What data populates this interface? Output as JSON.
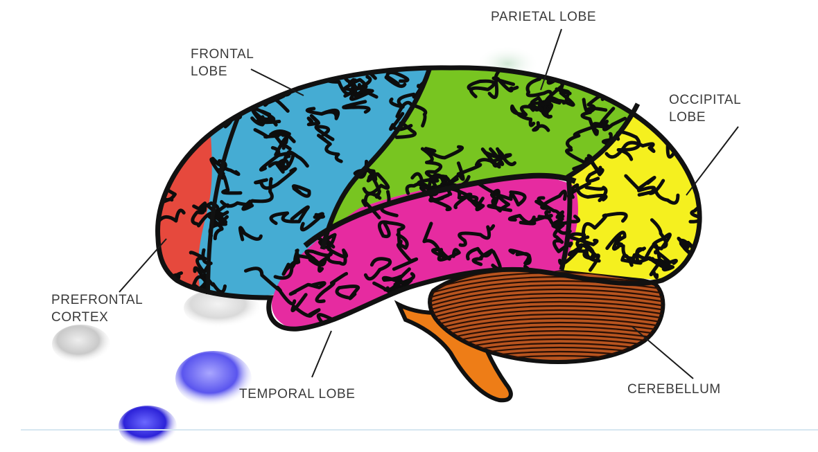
{
  "labels": {
    "frontal": [
      "FRONTAL",
      "LOBE"
    ],
    "parietal": "PARIETAL LOBE",
    "occipital": [
      "OCCIPITAL",
      "LOBE"
    ],
    "prefrontal": [
      "PREFRONTAL",
      "CORTEX"
    ],
    "temporal": "TEMPORAL LOBE",
    "cerebellum": "CEREBELLUM"
  },
  "colors": {
    "frontal_lobe": "#45acd3",
    "parietal_lobe": "#78c521",
    "occipital_lobe": "#f5f01f",
    "prefrontal_cortex": "#e6493d",
    "temporal_lobe": "#e62ba0",
    "cerebellum": "#b8541f",
    "brain_stem": "#ee7d17",
    "outline": "#111111"
  }
}
